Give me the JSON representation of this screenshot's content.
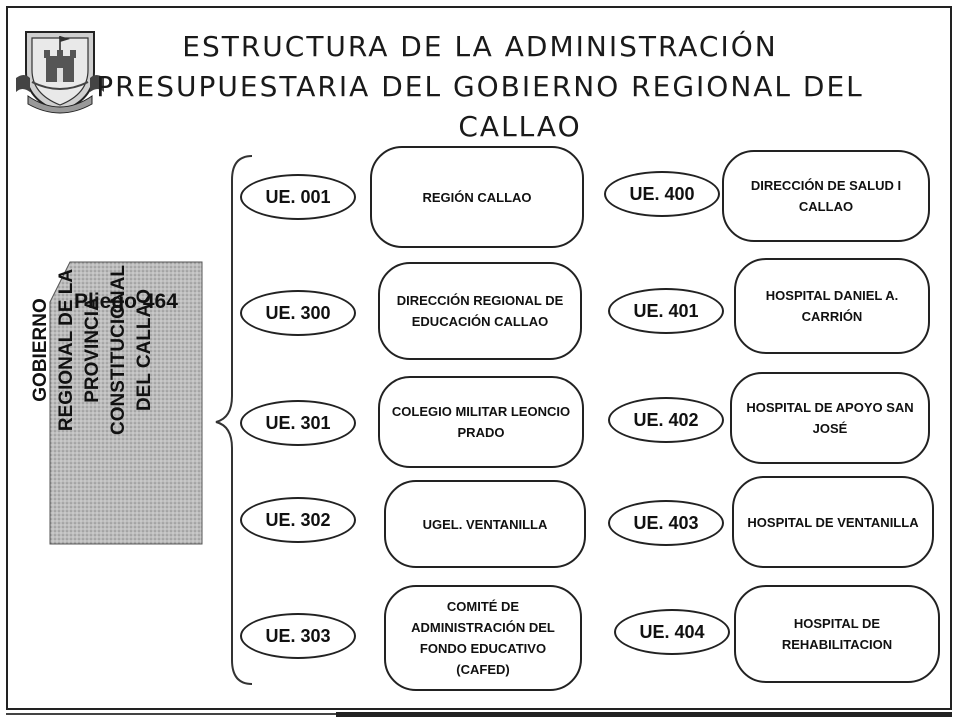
{
  "title": {
    "line1": "ESTRUCTURA DE LA ADMINISTRACIÓN",
    "line2": "PRESUPUESTARIA DEL GOBIERNO REGIONAL DEL",
    "line3": "CALLAO"
  },
  "pliego": {
    "label": "Pliego 464",
    "name_lines": [
      "GOBIERNO",
      "REGIONAL DE LA",
      "PROVINCIA",
      "CONSTITUCIONAL",
      "DEL CALLAO"
    ]
  },
  "left_units": [
    {
      "code": "UE. 001",
      "name": "REGIÓN CALLAO"
    },
    {
      "code": "UE. 300",
      "name": "DIRECCIÓN REGIONAL DE EDUCACIÓN CALLAO"
    },
    {
      "code": "UE. 301",
      "name": "COLEGIO MILITAR LEONCIO PRADO"
    },
    {
      "code": "UE. 302",
      "name": "UGEL. VENTANILLA"
    },
    {
      "code": "UE. 303",
      "name": "COMITÉ DE ADMINISTRACIÓN DEL FONDO EDUCATIVO (CAFED)"
    }
  ],
  "right_units": [
    {
      "code": "UE. 400",
      "name": "DIRECCIÓN DE SALUD I CALLAO"
    },
    {
      "code": "UE. 401",
      "name": "HOSPITAL DANIEL A. CARRIÓN"
    },
    {
      "code": "UE. 402",
      "name": "HOSPITAL DE APOYO SAN JOSÉ"
    },
    {
      "code": "UE. 403",
      "name": "HOSPITAL DE VENTANILLA"
    },
    {
      "code": "UE. 404",
      "name": "HOSPITAL DE REHABILITACION"
    }
  ]
}
